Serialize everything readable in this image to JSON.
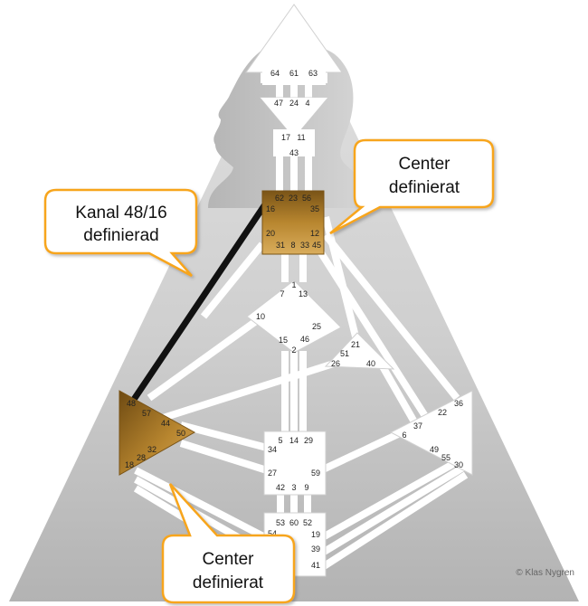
{
  "callouts": {
    "channel": {
      "line1": "Kanal 48/16",
      "line2": "definierad"
    },
    "head_center": {
      "line1": "Center",
      "line2": "definierat"
    },
    "spleen_center": {
      "line1": "Center",
      "line2": "definierat"
    }
  },
  "copyright": "© Klas Nygren",
  "colors": {
    "defined_center": "#b8862f",
    "callout_border": "#f7a51c",
    "channel_line": "#111111",
    "background": "#b9b9b9"
  },
  "gates": {
    "head": [
      "64",
      "61",
      "63"
    ],
    "ajna_top": [
      "47",
      "24",
      "4"
    ],
    "ajna_bottom": [
      "17",
      "11",
      "43"
    ],
    "throat": [
      "62",
      "23",
      "56",
      "16",
      "35",
      "20",
      "12",
      "31",
      "8",
      "33",
      "45"
    ],
    "g_center": [
      "1",
      "7",
      "13",
      "10",
      "25",
      "15",
      "46",
      "2"
    ],
    "ego": [
      "21",
      "51",
      "26",
      "40"
    ],
    "spleen": [
      "48",
      "57",
      "44",
      "50",
      "32",
      "28",
      "18"
    ],
    "sacral": [
      "5",
      "14",
      "29",
      "34",
      "27",
      "59",
      "42",
      "3",
      "9"
    ],
    "solar_plexus": [
      "36",
      "22",
      "37",
      "6",
      "49",
      "55",
      "30"
    ],
    "root": [
      "53",
      "60",
      "52",
      "54",
      "19",
      "39",
      "41"
    ]
  }
}
